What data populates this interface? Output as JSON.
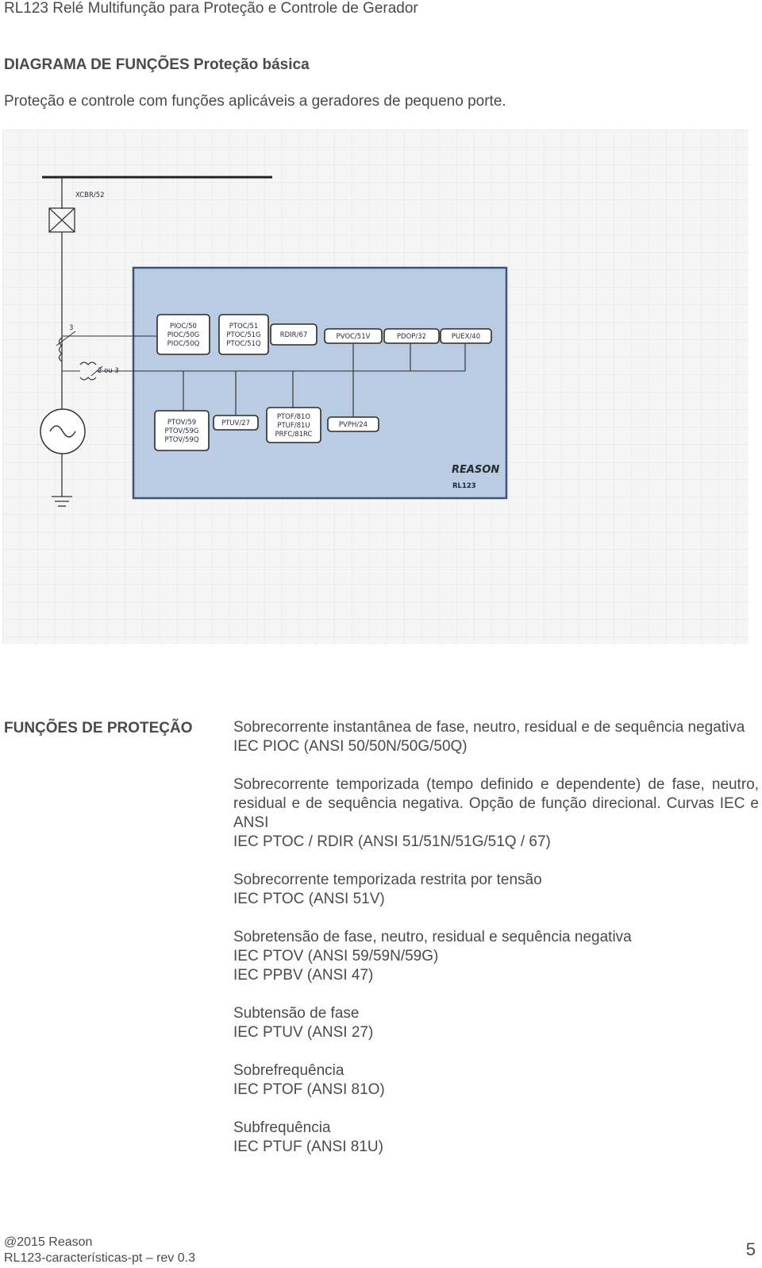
{
  "header": "RL123 Relé Multifunção para Proteção e Controle de Gerador",
  "title": "DIAGRAMA DE FUNÇÕES Proteção básica",
  "subtitle": "Proteção e controle com funções aplicáveis a geradores de pequeno porte.",
  "diagram": {
    "breaker_label": "XCBR/52",
    "ct_label": "3",
    "vt_label": "2 ou 3",
    "top_row": [
      [
        "PIOC/50",
        "PIOC/50G",
        "PIOC/50Q"
      ],
      [
        "PTOC/51",
        "PTOC/51G",
        "PTOC/51Q"
      ],
      [
        "RDIR/67"
      ],
      [
        "PVOC/51V"
      ],
      [
        "PDOP/32"
      ],
      [
        "PUEX/40"
      ]
    ],
    "bottom_row": [
      [
        "PTOV/59",
        "PTOV/59G",
        "PTOV/59Q"
      ],
      [
        "PTUV/27"
      ],
      [
        "PTOF/81O",
        "PTUF/81U",
        "PRFC/81RC"
      ],
      [
        "PVPH/24"
      ]
    ],
    "logo": "REASON",
    "device": "RL123",
    "colors": {
      "panel_fill": "#b9cce4",
      "panel_stroke": "#3b5477",
      "grid": "#e2e2e2"
    }
  },
  "section_title": "FUNÇÕES DE PROTEÇÃO",
  "functions": [
    {
      "desc": "Sobrecorrente instantânea de fase, neutro, residual e de sequência negativa",
      "code": "IEC PIOC (ANSI 50/50N/50G/50Q)"
    },
    {
      "desc": "Sobrecorrente temporizada (tempo definido e dependente) de fase, neutro, residual e de sequência negativa. Opção de função direcional. Curvas IEC e ANSI",
      "code": "IEC PTOC / RDIR (ANSI 51/51N/51G/51Q / 67)"
    },
    {
      "desc": "Sobrecorrente temporizada restrita por tensão",
      "code": "IEC PTOC (ANSI 51V)"
    },
    {
      "desc": "Sobretensão de fase, neutro, residual e sequência negativa",
      "code": "IEC PTOV (ANSI 59/59N/59G)",
      "code2": "IEC PPBV (ANSI 47)"
    },
    {
      "desc": "Subtensão de fase",
      "code": "IEC PTUV (ANSI 27)"
    },
    {
      "desc": "Sobrefrequência",
      "code": "IEC PTOF (ANSI 81O)"
    },
    {
      "desc": "Subfrequência",
      "code": "IEC PTUF (ANSI 81U)"
    }
  ],
  "footer": {
    "copyright": "@2015 Reason",
    "docref": "RL123-características-pt – rev 0.3",
    "page": "5"
  }
}
